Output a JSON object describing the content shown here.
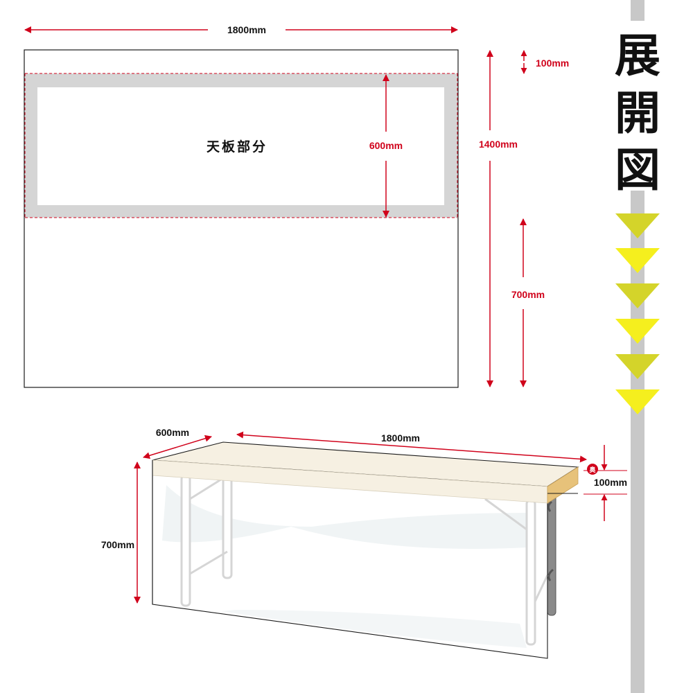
{
  "title": {
    "chars": [
      "展",
      "開",
      "図"
    ]
  },
  "flat_layout": {
    "width_label": "1800mm",
    "top_margin_label": "100mm",
    "tabletop_height_label": "600mm",
    "total_height_label": "1400mm",
    "front_drop_label": "700mm",
    "tabletop_label": "天板部分"
  },
  "table_view": {
    "depth_label": "600mm",
    "width_label": "1800mm",
    "height_label": "700mm",
    "back_drop_label": "100mm",
    "back_mark": "奥"
  },
  "colors": {
    "dimension_red": "#d0021b",
    "stripe_gray": "#c8c8c8",
    "panel_gray": "#d5d5d5",
    "arrow_olive": "#d4d42a",
    "arrow_yellow": "#f5ef1e",
    "tabletop": "#f6f0e2",
    "tabletop_edge": "#e7c27a"
  }
}
